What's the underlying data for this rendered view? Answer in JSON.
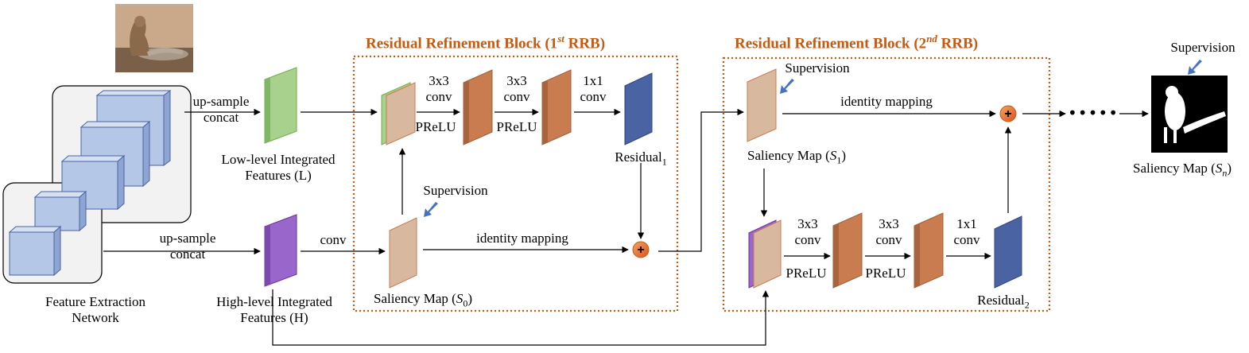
{
  "blocks": {
    "rrb1_title_pre": "Residual Refinement Block (1",
    "rrb1_title_sup": "st",
    "rrb1_title_post": " RRB)",
    "rrb2_title_pre": "Residual Refinement Block (2",
    "rrb2_title_sup": "nd",
    "rrb2_title_post": " RRB)"
  },
  "labels": {
    "upsample_concat_1a": "up-sample",
    "upsample_concat_1b": "concat",
    "upsample_concat_2a": "up-sample",
    "upsample_concat_2b": "concat",
    "low_level_a": "Low-level Integrated",
    "low_level_b": "Features (L)",
    "high_level_a": "High-level Integrated",
    "high_level_b": "Features (H)",
    "feature_extraction_a": "Feature Extraction",
    "feature_extraction_b": "Network",
    "conv_hl": "conv",
    "conv3x3_a": "3x3",
    "conv3x3_b": "conv",
    "conv1x1_a": "1x1",
    "conv1x1_b": "conv",
    "prelu": "PReLU",
    "residual": "Residual",
    "residual1_sub": "1",
    "residual2_sub": "2",
    "supervision": "Supervision",
    "identity_mapping": "identity mapping",
    "saliency_map": "Saliency Map (",
    "s0_sym": "S",
    "s0_sub": "0",
    "s1_sub": "1",
    "sn_sub": "n",
    "close_paren": ")",
    "dots": "•••••",
    "plus": "+"
  },
  "colors": {
    "rrb_border": "#c55a11",
    "green": "#a9d18e",
    "purple": "#9966cc",
    "brown": "#c97c4f",
    "tan": "#d9b8a0",
    "blue_dark": "#4a64a3",
    "cube": "#b4c7e7",
    "arrow_blue": "#4472c4",
    "plus_orange": "#ed7d31"
  }
}
